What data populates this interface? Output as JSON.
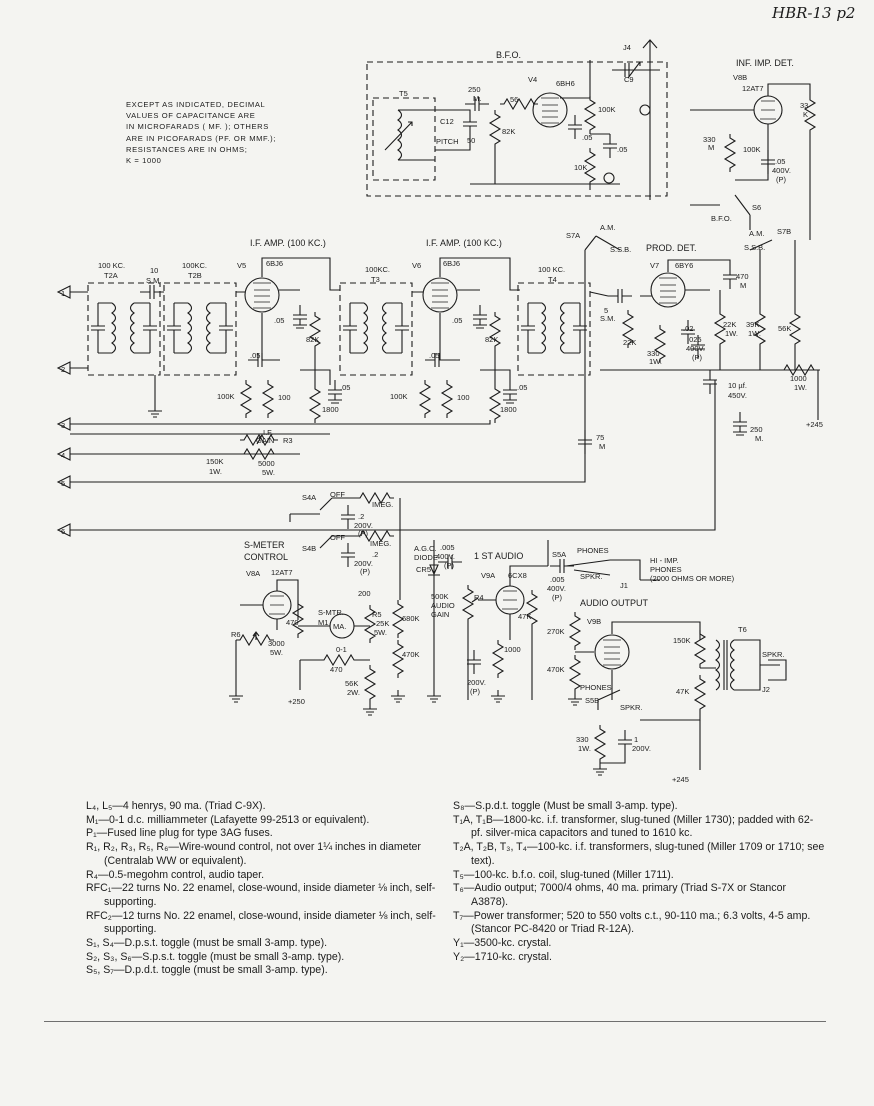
{
  "corner_tag": "HBR-13 p2",
  "note_lines": [
    "EXCEPT AS INDICATED, DECIMAL",
    "VALUES OF CAPACITANCE ARE",
    "IN MICROFARADS ( µf. ); OTHERS",
    "ARE IN PICOFARADS (pf. OR µµf.);",
    "RESISTANCES ARE IN OHMS;",
    "K = 1000"
  ],
  "headings": {
    "bfo": "B.F.O.",
    "inf_imp_det": "INF. IMP. DET.",
    "if_amp_1": "I.F. AMP. (100 KC.)",
    "if_amp_2": "I.F. AMP. (100 KC.)",
    "prod_det": "PROD. DET.",
    "s_meter_control": "S-METER",
    "s_meter_control_2": "CONTROL",
    "first_audio": "1 ST AUDIO",
    "audio_output": "AUDIO OUTPUT",
    "agc_diode": "A.G.C.",
    "agc_diode_2": "DIODE",
    "phones": "PHONES",
    "hi_imp_phones": "HI - IMP.",
    "hi_imp_phones_2": "PHONES",
    "hi_imp_phones_3": "(2000 OHMS OR MORE)",
    "spkr": "SPKR.",
    "if_gain": "I.F.",
    "if_gain_2": "GAIN",
    "audio_gain": "500K",
    "audio_gain_2": "AUDIO",
    "audio_gain_3": "GAIN",
    "bfo_switch": "B.F.O.",
    "am": "A.M.",
    "ssb": "S.S.B.",
    "pitch": "PITCH",
    "s_mtr": "S-MTR.",
    "off": "OFF",
    "imeg": "IMEG."
  },
  "tubes": {
    "v4": "V4",
    "v4_type": "6BH6",
    "v8b": "V8B",
    "v8b_type": "12AT7",
    "v5": "V5",
    "v5_type": "6BJ6",
    "v6": "V6",
    "v6_type": "6BJ6",
    "v7": "V7",
    "v7_type": "6BY6",
    "v8a": "V8A",
    "v8a_type": "12AT7",
    "v9a": "V9A",
    "v9a_type": "6CX8",
    "v9b": "V9B"
  },
  "designators": {
    "t5": "T5",
    "c12": "C12",
    "c9": "C9",
    "j4": "J4",
    "t2a": "T2A",
    "t2b": "T2B",
    "t3": "T3",
    "t4": "T4",
    "t6": "T6",
    "s6": "S6",
    "s7a": "S7A",
    "s7b": "S7B",
    "s4a": "S4A",
    "s4b": "S4B",
    "s5a": "S5A",
    "s5b": "S5B",
    "r3": "R3",
    "r4": "R4",
    "r5": "R5",
    "r6": "R6",
    "m1": "M1",
    "ma": "MA.",
    "scale": "0-1",
    "cr5": "CR5",
    "j1": "J1",
    "j2": "J2"
  },
  "values": {
    "v250m": "250",
    "v250m_u": "M.",
    "v56": "56",
    "v82k": "82K",
    "v50": "50",
    "v05_bfo": ".05",
    "v100k_bfo": "100K",
    "v10k_bfo": "10K",
    "v05_bfo2": ".05",
    "v330m": "330",
    "v330m_u": "M",
    "v100k_det": "100K",
    "v05_400": ".05",
    "v05_400_u": "400V.",
    "v05_400_p": "(P)",
    "v33k": "33",
    "v33k_u": "K",
    "t2a_val": "100 KC.",
    "t2b_val": "100KC.",
    "t3_val": "100KC.",
    "t4_val": "100 KC.",
    "c10": "10",
    "c10_u": "S.M.",
    "v82k_5": "82K",
    "v82k_6": "82K",
    "v05_5": ".05",
    "v05_5b": ".05",
    "v05_6": ".05",
    "v05_6b": ".05",
    "v05_5c": ".05",
    "v05_6c": ".05",
    "v100k_5": "100K",
    "v100_5": "100",
    "v100k_6": "100K",
    "v100_6": "100",
    "v1800_5": "1800",
    "v1800_6": "1800",
    "v470m": "470",
    "v470m_u": "M",
    "v5sm": "5",
    "v5sm_u": "S.M.",
    "v22k": "22K",
    "v330_1w": "330",
    "v330_1w_u": "1W.",
    "v02": ".02",
    "v025": ".025",
    "v025_u": "400V.",
    "v025_p": "(P)",
    "v22k_1w": "22K",
    "v22k_1w_u": "1W.",
    "v39k_1w": "39K",
    "v39k_1w_u": "1W.",
    "v56k": "56K",
    "v10uf": "10 µf.",
    "v10uf_u": "450V.",
    "v1000_1w": "1000",
    "v1000_1w_u": "1W.",
    "v250_m": "250",
    "v250_m_u": "M.",
    "v75m": "75",
    "v75m_u": "M",
    "plus245_a": "+245",
    "v150k_1w": "150K",
    "v150k_1w_u": "1W.",
    "v5000_5w": "5000",
    "v5000_5w_u": "5W.",
    "v2_200": ".2",
    "v2_200_u": "200V.",
    "v2_200_p": "(P)",
    "v2_200b": ".2",
    "v2_200b_u": "200V.",
    "v2_200b_p": "(P)",
    "v005": ".005",
    "v005_u": "400V.",
    "v005_p": "(P)",
    "v005b": ".005",
    "v005b_u": "400V.",
    "v005b_p": "(P)",
    "v470_8a": "470",
    "v200": "200",
    "v25k": "25K",
    "v25k_u": "5W.",
    "v680k": "680K",
    "v470k_agc": "470K",
    "v3000": "3000",
    "v3000_u": "5W.",
    "v470_mtr": "470",
    "v56k_2w": "56K",
    "v56k_2w_u": "2W.",
    "plus250": "+250",
    "v47k": "47K",
    "v1000_9a": "1000",
    "v200v": "200V.",
    "v200v_p": "(P)",
    "v270k": "270K",
    "v470k_9b": "470K",
    "v150k": "150K",
    "v47k_9b": "47K",
    "v330_1wb": "330",
    "v330_1wb_u": "1W.",
    "v1_200": "1",
    "v1_200_u": "200V.",
    "plus245_b": "+245"
  },
  "terminals": [
    "1",
    "2",
    "3",
    "4",
    "5",
    "6"
  ],
  "parts_left": [
    {
      "ref": "L₄, L₅—",
      "text": "4 henrys, 90 ma. (Triad C-9X)."
    },
    {
      "ref": "M₁—",
      "text": "0-1 d.c. milliammeter (Lafayette 99-2513 or equivalent)."
    },
    {
      "ref": "P₁—",
      "text": "Fused line plug for type 3AG fuses."
    },
    {
      "ref": "R₁, R₂, R₃, R₅, R₆—",
      "text": "Wire-wound control, not over 1¼ inches in diameter (Centralab WW or equivalent)."
    },
    {
      "ref": "R₄—",
      "text": "0.5-megohm control, audio taper."
    },
    {
      "ref": "RFC₁—",
      "text": "22 turns No. 22 enamel, close-wound, inside diameter ⅛ inch, self-supporting."
    },
    {
      "ref": "RFC₂—",
      "text": "12 turns No. 22 enamel, close-wound, inside diameter ⅛ inch, self-supporting."
    },
    {
      "ref": "S₁, S₄—",
      "text": "D.p.s.t. toggle (must be small 3-amp. type)."
    },
    {
      "ref": "S₂, S₃, S₆—",
      "text": "S.p.s.t. toggle (must be small 3-amp. type)."
    },
    {
      "ref": "S₅, S₇—",
      "text": "D.p.d.t. toggle (must be small 3-amp. type)."
    }
  ],
  "parts_right": [
    {
      "ref": "S₈—",
      "text": "S.p.d.t. toggle (Must be small 3-amp. type)."
    },
    {
      "ref": "T₁A, T₁B—",
      "text": "1800-kc. i.f. transformer, slug-tuned (Miller 1730); padded with 62-pf. silver-mica capacitors and tuned to 1610 kc."
    },
    {
      "ref": "T₂A, T₂B, T₃, T₄—",
      "text": "100-kc. i.f. transformers, slug-tuned (Miller 1709 or 1710; see text)."
    },
    {
      "ref": "T₅—",
      "text": "100-kc. b.f.o. coil, slug-tuned (Miller 1711)."
    },
    {
      "ref": "T₆—",
      "text": "Audio output; 7000/4 ohms, 40 ma. primary (Triad S-7X or Stancor A3878)."
    },
    {
      "ref": "T₇—",
      "text": "Power transformer; 520 to 550 volts c.t., 90-110 ma.; 6.3 volts, 4-5 amp. (Stancor PC-8420 or Triad R-12A)."
    },
    {
      "ref": "Y₁—",
      "text": "3500-kc. crystal."
    },
    {
      "ref": "Y₂—",
      "text": "1710-kc. crystal."
    }
  ]
}
